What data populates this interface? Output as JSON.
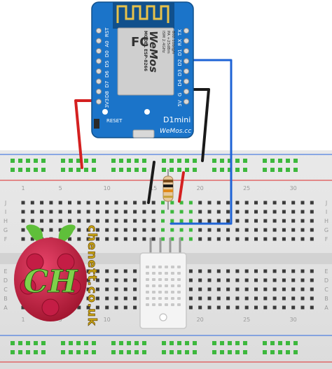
{
  "board": {
    "model_line": "MODEL",
    "model": "ESP-8266",
    "vendor": "WeMos",
    "specs": [
      "ISM 2.4GHz",
      "PA +25dBm",
      "802.11b/g/n"
    ],
    "left_pins": [
      "RST",
      "A0",
      "D0",
      "D5",
      "D6",
      "D7",
      "D8",
      "3V3"
    ],
    "right_pins": [
      "TX",
      "RX",
      "D1",
      "D2",
      "D3",
      "D4",
      "G",
      "5V"
    ],
    "reset_label": "RESET",
    "name": "D1mini",
    "website": "WeMos.cc",
    "fcc": "FC"
  },
  "breadboard": {
    "row_letters_top": [
      "J",
      "I",
      "H",
      "G",
      "F"
    ],
    "row_letters_bottom": [
      "E",
      "D",
      "C",
      "B",
      "A"
    ],
    "column_numbers": [
      "1",
      "5",
      "10",
      "15",
      "20",
      "25",
      "30"
    ]
  },
  "watermark": {
    "monogram": "CH",
    "site": "chenett.co.uk"
  },
  "colors": {
    "board": "#1b74c9",
    "wire_red": "#d42020",
    "wire_black": "#1a1a1a",
    "wire_blue": "#1e63d6",
    "hole_green": "#3db83d",
    "rail_red": "#e05050",
    "rail_blue": "#5080e0"
  }
}
